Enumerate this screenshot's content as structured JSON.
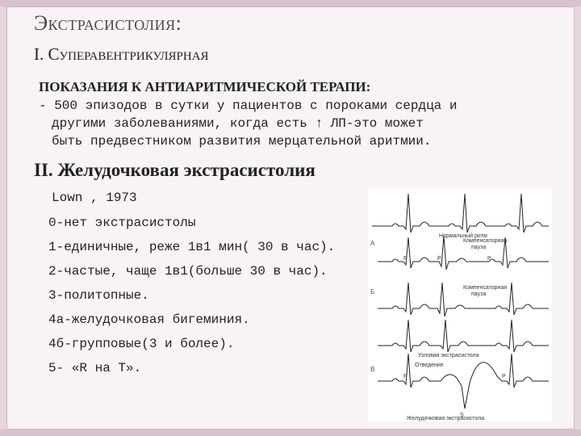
{
  "slide": {
    "title": "Экстрасистолия:",
    "subtitle": "I. Суперавентрикулярная",
    "indications": {
      "heading": "ПОКАЗАНИЯ К АНТИАРИТМИЧЕСКОЙ ТЕРАПИ:",
      "lines": [
        "- 500 эпизодов в сутки у пациентов с пороками сердца и",
        "другими заболеваниями, когда есть ↑ ЛП-это может",
        "быть предвестником развития мерцательной аритмии."
      ]
    },
    "section2": "II. Желудочковая экстрасистолия",
    "lown": [
      "Lown , 1973",
      "0-нет экстрасистолы",
      "1-единичные, реже 1в1 мин( 30 в час).",
      "2-частые, чаще 1в1(больше 30 в час).",
      "3-политопные.",
      "4а-желудочковая бигеминия.",
      "4б-групповые(3 и более).",
      "5- «R на Т»."
    ]
  },
  "ecg": {
    "rows": [
      {
        "letter": "",
        "labels": [
          "Нормальный ритм"
        ]
      },
      {
        "letter": "А",
        "labels": [
          "Компенсаторная",
          "пауза"
        ]
      },
      {
        "letter": "Б",
        "labels": [
          "Компенсаторная",
          "пауза"
        ]
      },
      {
        "letter": "",
        "labels": [
          "Узловая экстрасистола"
        ]
      },
      {
        "letter": "В",
        "labels": [
          "Отведение"
        ]
      }
    ],
    "wave_labels": [
      "P",
      "P",
      "P",
      "P",
      "P"
    ],
    "bottom_labels": [
      "S",
      "Желудочковая экстрасистола"
    ]
  }
}
